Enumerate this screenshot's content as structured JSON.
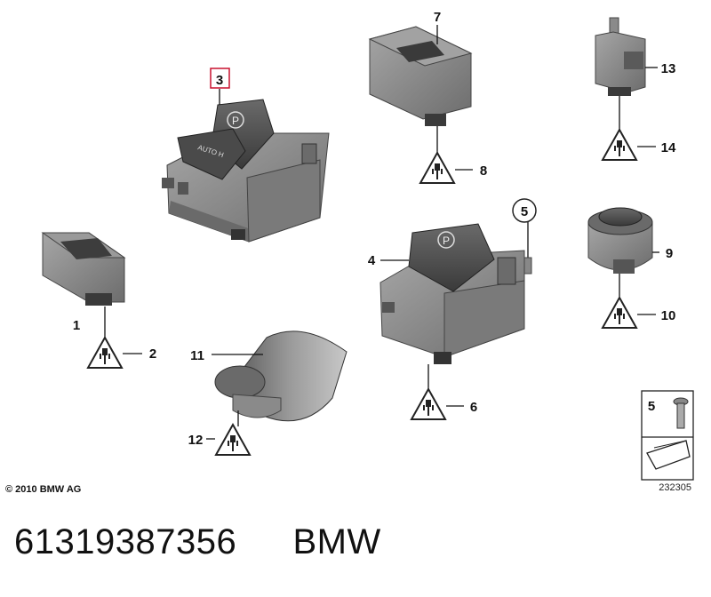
{
  "callouts": {
    "c1": "1",
    "c2": "2",
    "c3": "3",
    "c4": "4",
    "c5": "5",
    "c6": "6",
    "c7": "7",
    "c8": "8",
    "c9": "9",
    "c10": "10",
    "c11": "11",
    "c12": "12",
    "c13": "13",
    "c14": "14",
    "legend_5": "5"
  },
  "button_text": {
    "park_symbol": "P",
    "auto_hold": "AUTO H"
  },
  "copyright": "© 2010 BMW AG",
  "diagram_number": "232305",
  "caption": {
    "part_number": "61319387356",
    "brand": "BMW"
  },
  "colors": {
    "housing": "#8a8a8a",
    "housing_dark": "#5c5c5c",
    "button": "#4a4a4a",
    "highlight": "#c8102e"
  }
}
